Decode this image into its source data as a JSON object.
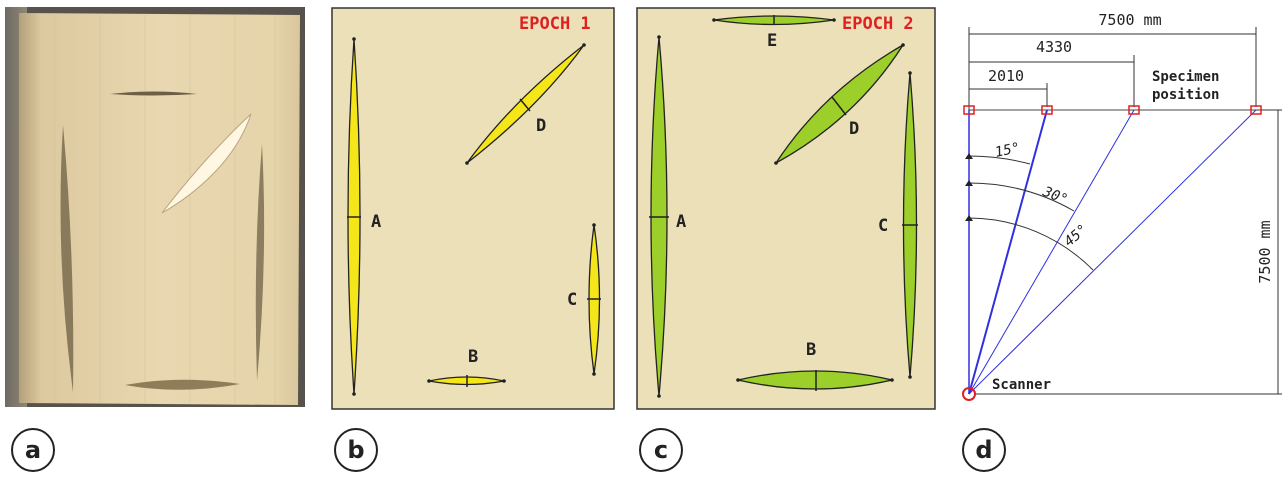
{
  "panels": {
    "a": {
      "label": "a"
    },
    "b": {
      "label": "b",
      "epoch_label": "EPOCH 1",
      "cracks": [
        "A",
        "B",
        "C",
        "D"
      ],
      "fill_color": "#f5e61a",
      "background": "#ece0b8",
      "epoch_color": "#e02020"
    },
    "c": {
      "label": "c",
      "epoch_label": "EPOCH 2",
      "cracks": [
        "A",
        "B",
        "C",
        "D",
        "E"
      ],
      "fill_color": "#9ccf2a",
      "background": "#ece0b8",
      "epoch_color": "#e02020"
    },
    "d": {
      "label": "d",
      "dim_total": "7500 mm",
      "dim_mid": "4330",
      "dim_short": "2010",
      "dim_vertical": "7500 mm",
      "specimen_line1": "Specimen",
      "specimen_line2": "position",
      "angles": [
        "15°",
        "30°",
        "45°"
      ],
      "scanner_label": "Scanner",
      "line_color": "#3030e0",
      "marker_color": "#e02020"
    }
  }
}
